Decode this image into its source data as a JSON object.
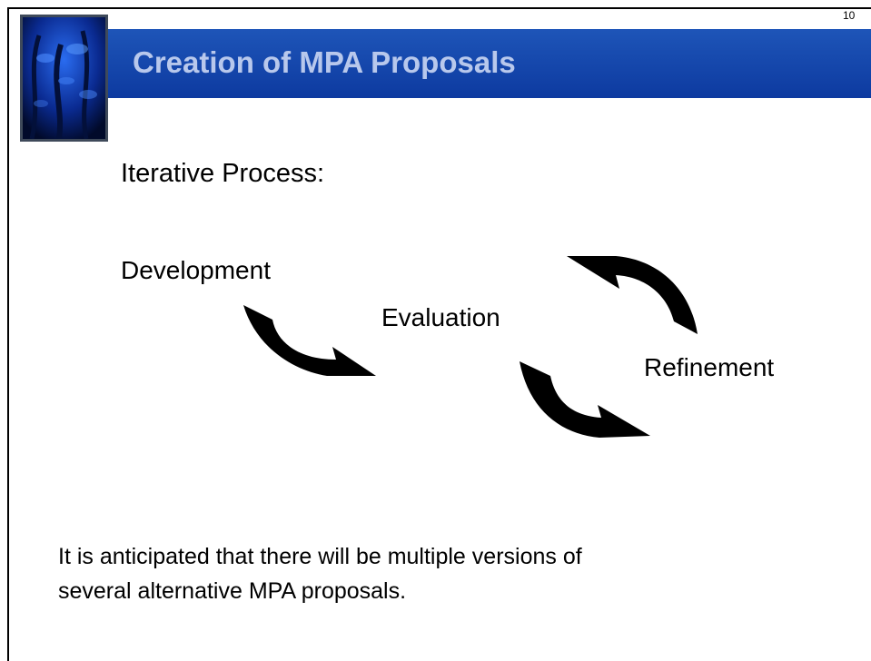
{
  "page_number": "10",
  "title": "Creation of MPA Proposals",
  "subtitle": "Iterative Process:",
  "steps": {
    "development": "Development",
    "evaluation": "Evaluation",
    "refinement": "Refinement"
  },
  "footer": {
    "line1": "It is anticipated that there will be multiple versions of",
    "line2": "several alternative MPA proposals."
  },
  "colors": {
    "title_bar": "#1e55b8",
    "title_text": "#b8c8ec",
    "arrow": "#000000"
  },
  "icons": [
    "curved-arrow-icon",
    "underwater-photo"
  ]
}
